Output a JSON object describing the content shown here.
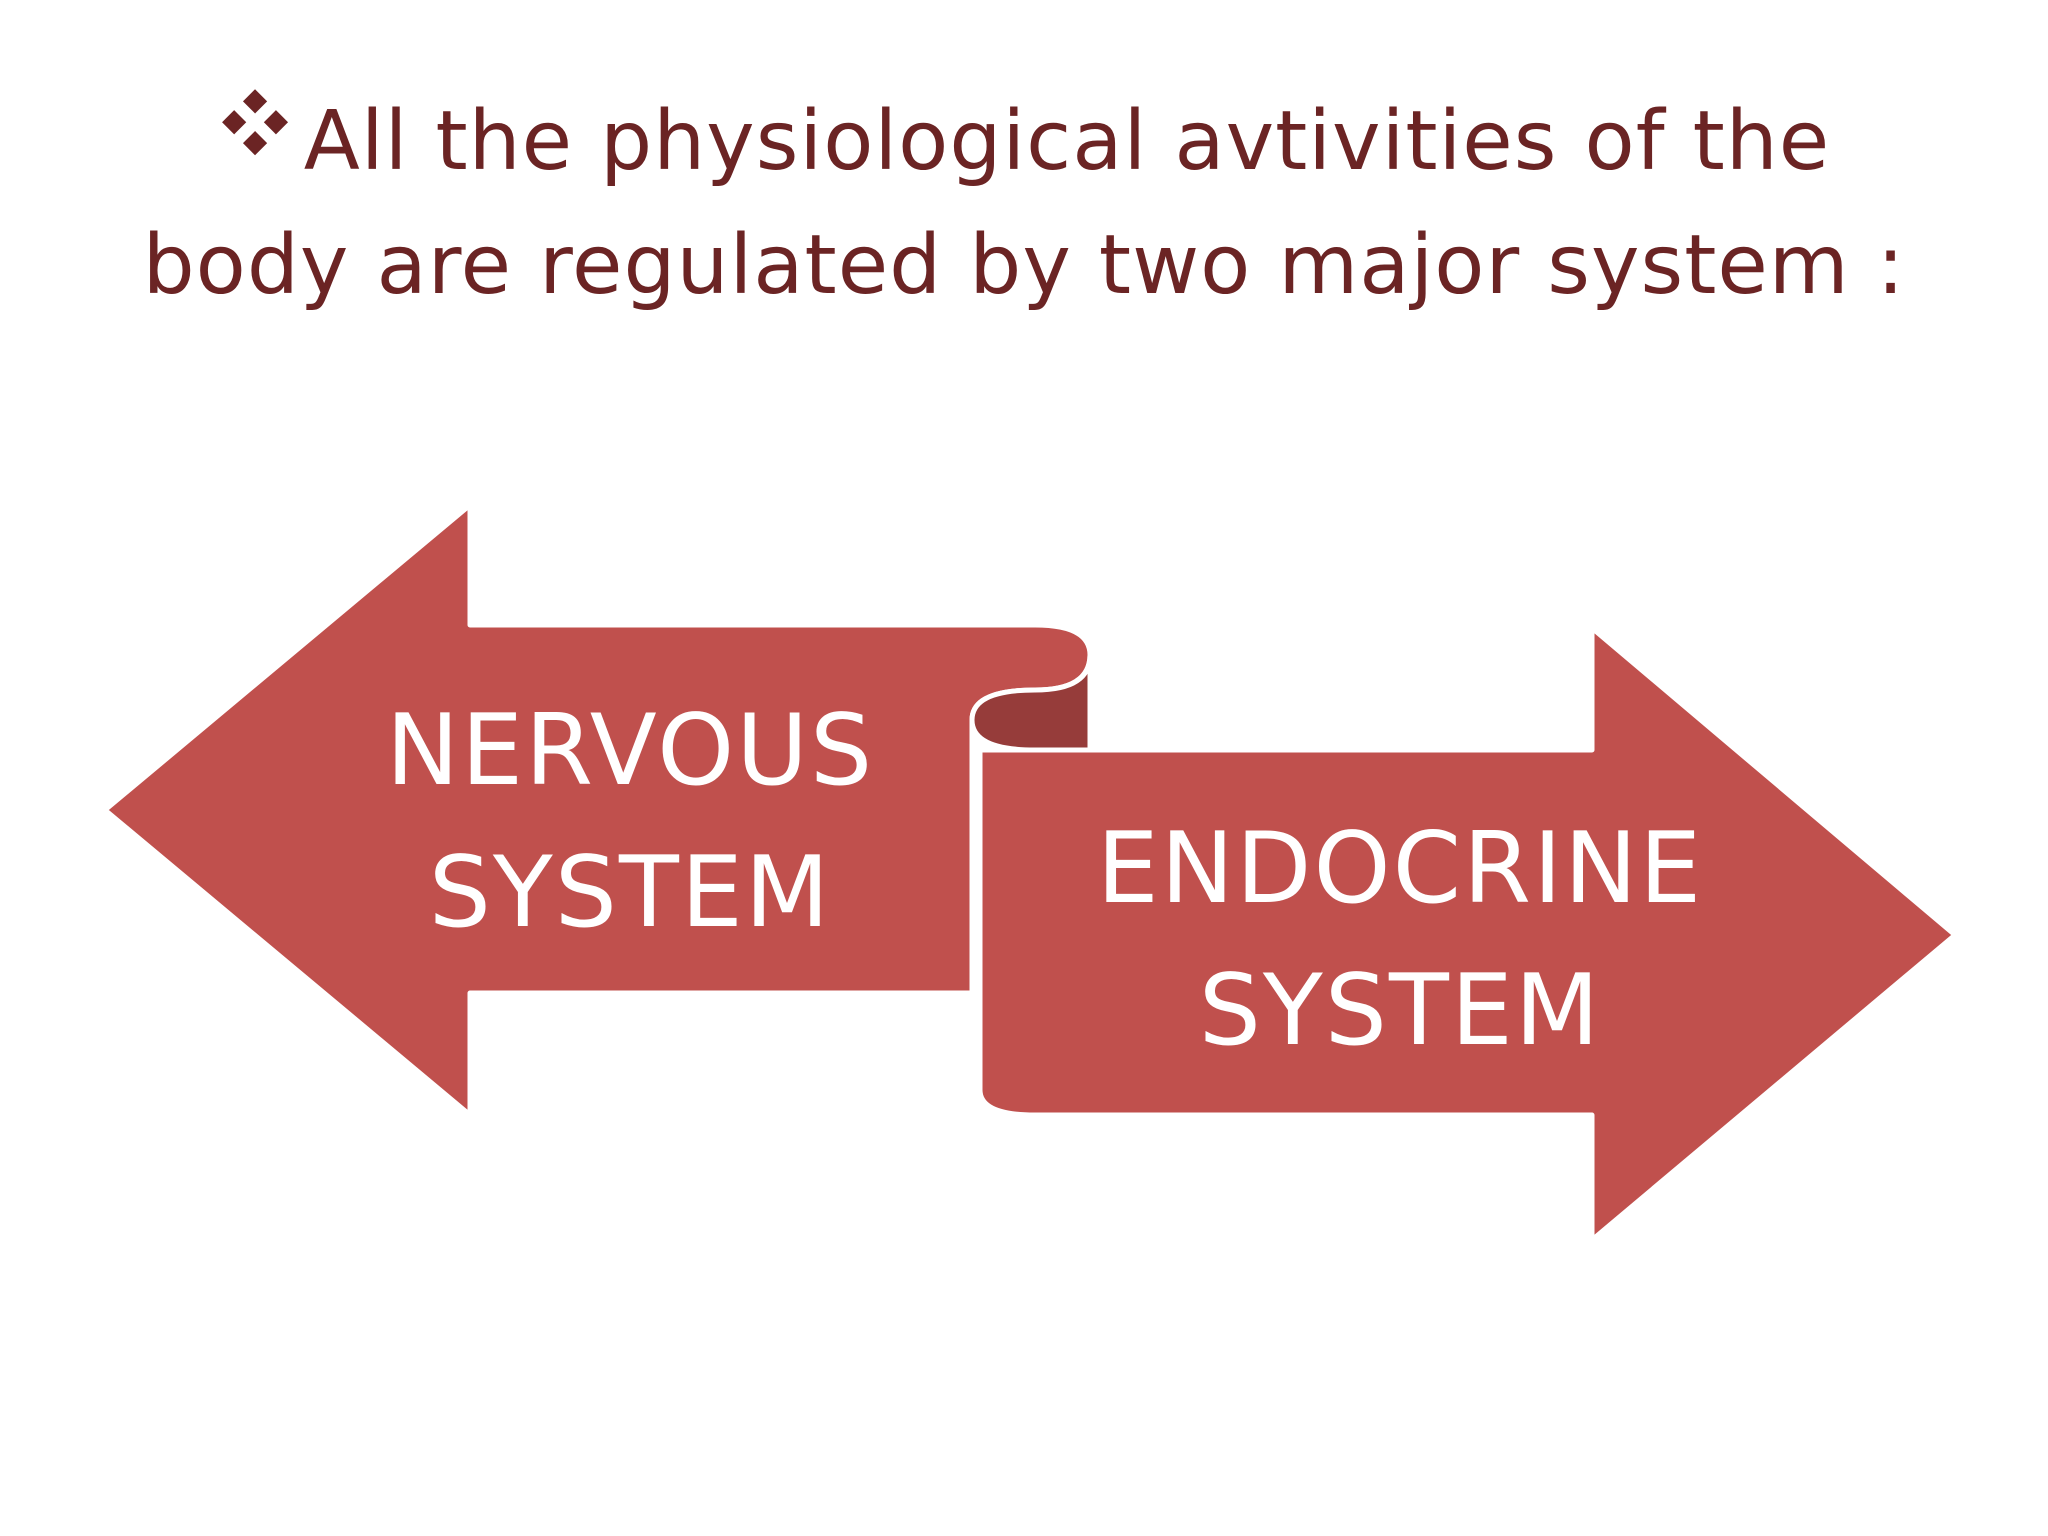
{
  "slide": {
    "heading": {
      "bullet_icon": "diamond-cluster-icon",
      "line1": "All the physiological avtivities of the",
      "line2": "body are regulated by two major system :"
    },
    "diagram": {
      "type": "opposing-arrows",
      "left_arrow": {
        "direction": "left",
        "label_line1": "NERVOUS",
        "label_line2": "SYSTEM"
      },
      "right_arrow": {
        "direction": "right",
        "label_line1": "ENDOCRINE",
        "label_line2": "SYSTEM"
      }
    },
    "colors": {
      "title_text": "#6b2424",
      "arrow_fill": "#c0504d",
      "arrow_fold": "#963c3a",
      "label_text": "#ffffff",
      "background": "#ffffff"
    }
  }
}
